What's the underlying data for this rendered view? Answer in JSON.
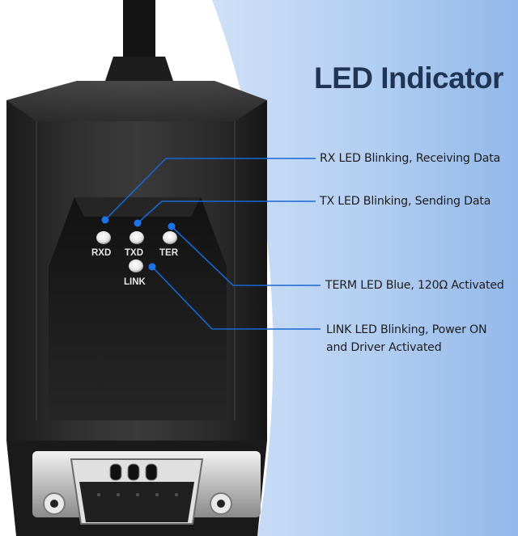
{
  "title": "LED Indicator",
  "leds": {
    "rxd": "RXD",
    "txd": "TXD",
    "ter": "TER",
    "link": "LINK"
  },
  "callouts": {
    "rx": "RX LED Blinking, Receiving Data",
    "tx": "TX LED Blinking, Sending Data",
    "term": "TERM LED Blue, 120Ω Activated",
    "link_line1": "LINK LED Blinking, Power ON",
    "link_line2": "and Driver Activated"
  },
  "colors": {
    "accent_line": "#1967d2",
    "title": "#1f3553",
    "background_blue": "#a9c8f0",
    "device_body": "#2a2a2a"
  }
}
